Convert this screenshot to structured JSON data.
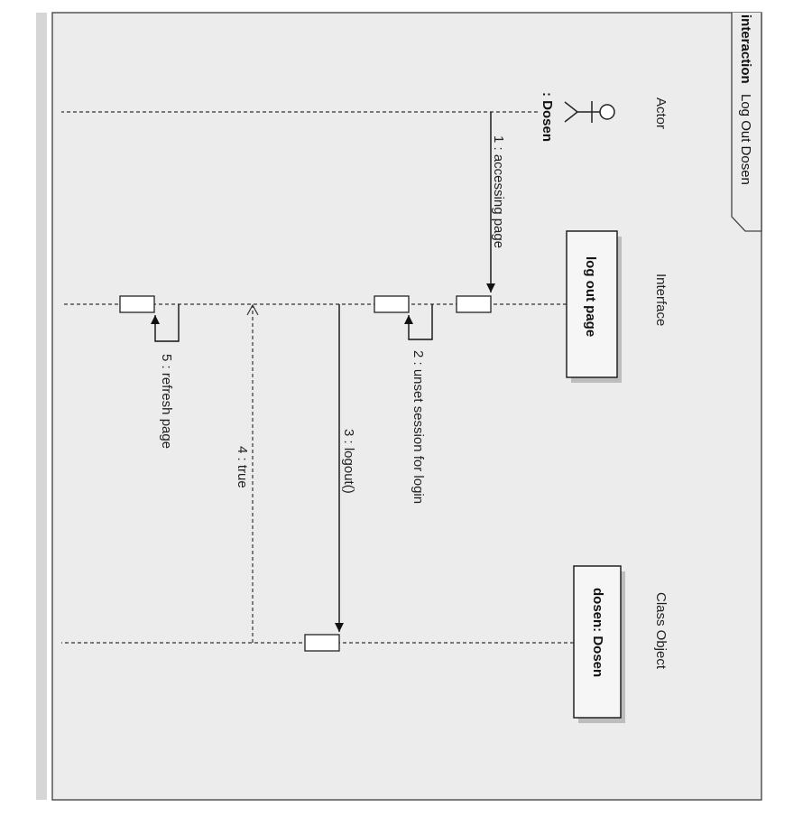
{
  "diagram": {
    "frame": {
      "keyword": "interaction",
      "name": "Log Out Dosen"
    },
    "stereotypes": {
      "actor": "Actor",
      "interface": "Interface",
      "class_object": "Class Object"
    },
    "participants": {
      "actor": ": Dosen",
      "interface": "log out page",
      "class_object": "dosen: Dosen"
    },
    "messages": [
      {
        "label": "1 : accessing page",
        "from": "actor",
        "to": "interface",
        "kind": "sync"
      },
      {
        "label": "2 : unset session for login",
        "from": "interface",
        "to": "interface",
        "kind": "self"
      },
      {
        "label": "3 : logout()",
        "from": "interface",
        "to": "class_object",
        "kind": "sync"
      },
      {
        "label": "4 : true",
        "from": "class_object",
        "to": "interface",
        "kind": "return"
      },
      {
        "label": "5 : refresh page",
        "from": "interface",
        "to": "interface",
        "kind": "self"
      }
    ],
    "colors": {
      "background": "#ececec",
      "line": "#222222",
      "box_fill": "#f6f6f6",
      "shadow": "#bdbdbd"
    }
  }
}
